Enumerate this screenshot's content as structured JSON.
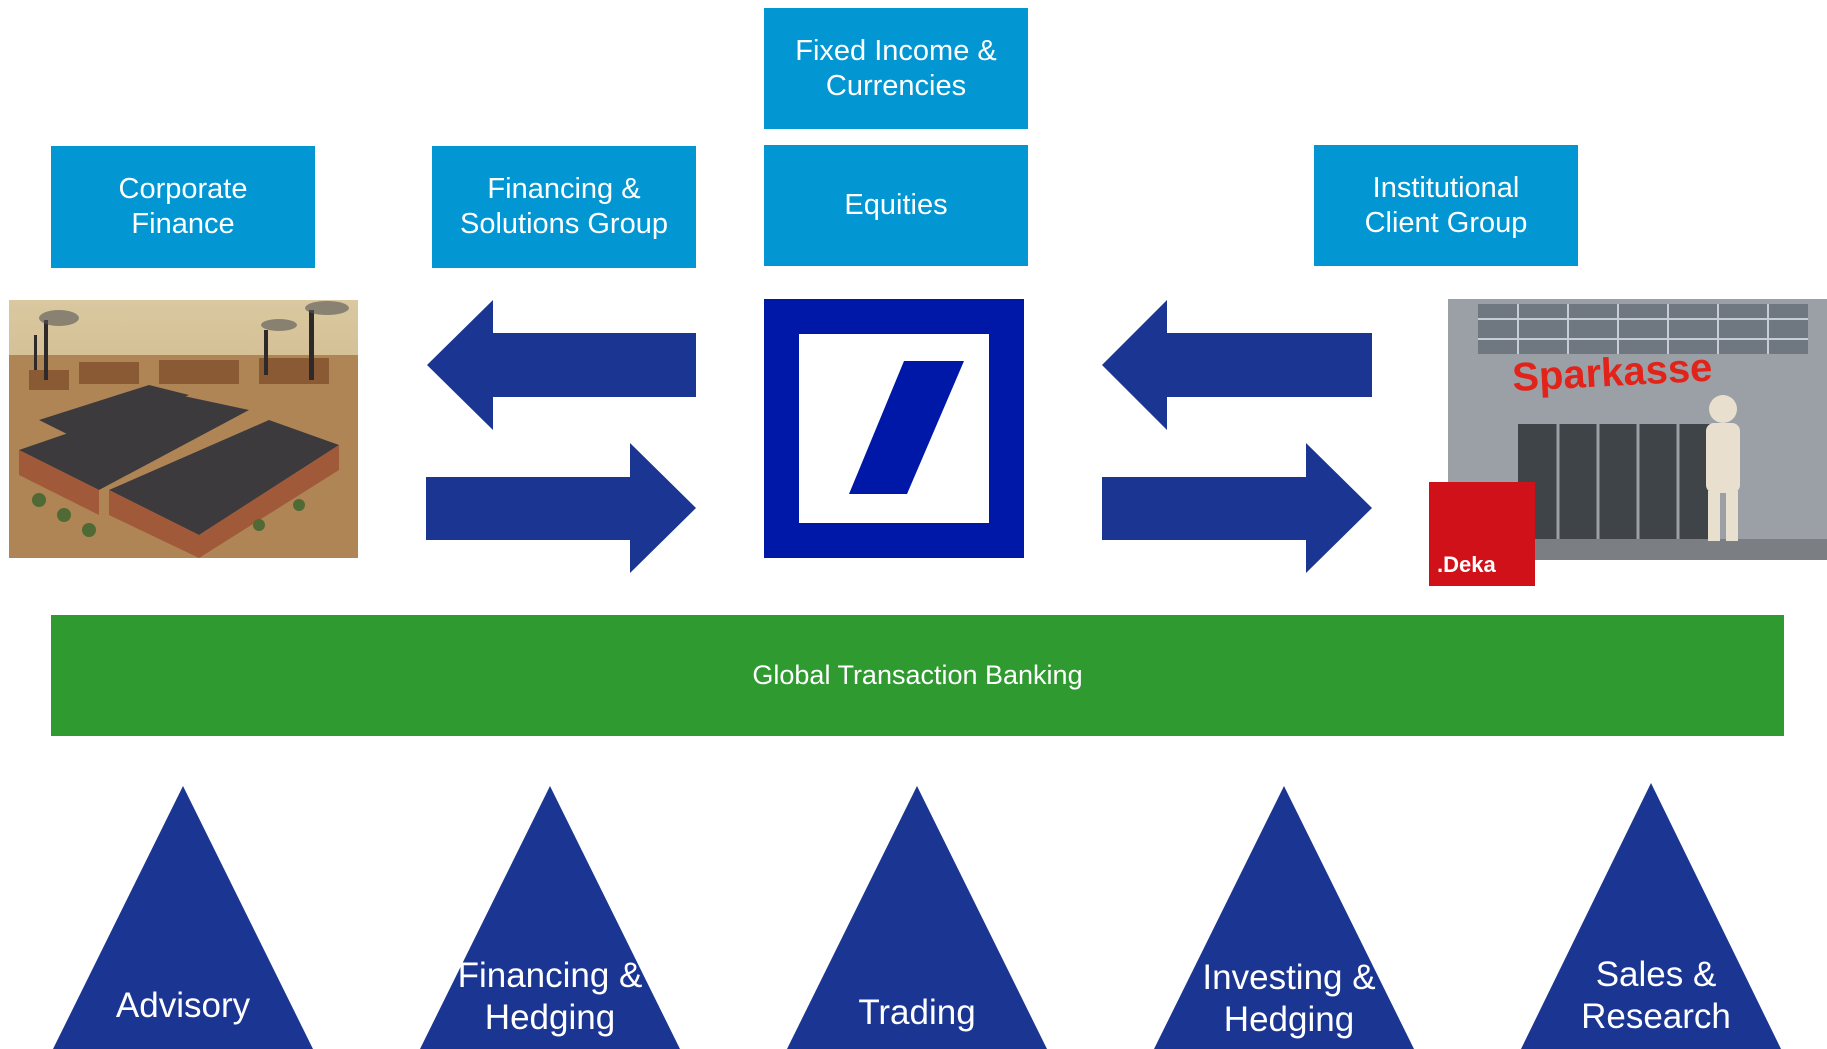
{
  "boxes": {
    "corporate_finance": "Corporate Finance",
    "financing_solutions": "Financing & Solutions Group",
    "fixed_income": "Fixed Income & Currencies",
    "equities": "Equities",
    "institutional_client": "Institutional Client Group",
    "gtb": "Global Transaction Banking"
  },
  "images": {
    "factory": "industrial-factory-illustration",
    "sparkasse_sign": "Sparkasse",
    "deka_logo": ".Deka"
  },
  "logo": "deutsche-bank-logo",
  "triangles": [
    "Advisory",
    "Financing & Hedging",
    "Trading",
    "Investing & Hedging",
    "Sales & Research"
  ],
  "colors": {
    "box_blue": "#0296d3",
    "arrow_navy": "#1b3592",
    "gtb_green": "#2f9a2f",
    "logo_blue": "#0018a8",
    "deka_red": "#d0111a",
    "sparkasse_red": "#e2231a"
  }
}
